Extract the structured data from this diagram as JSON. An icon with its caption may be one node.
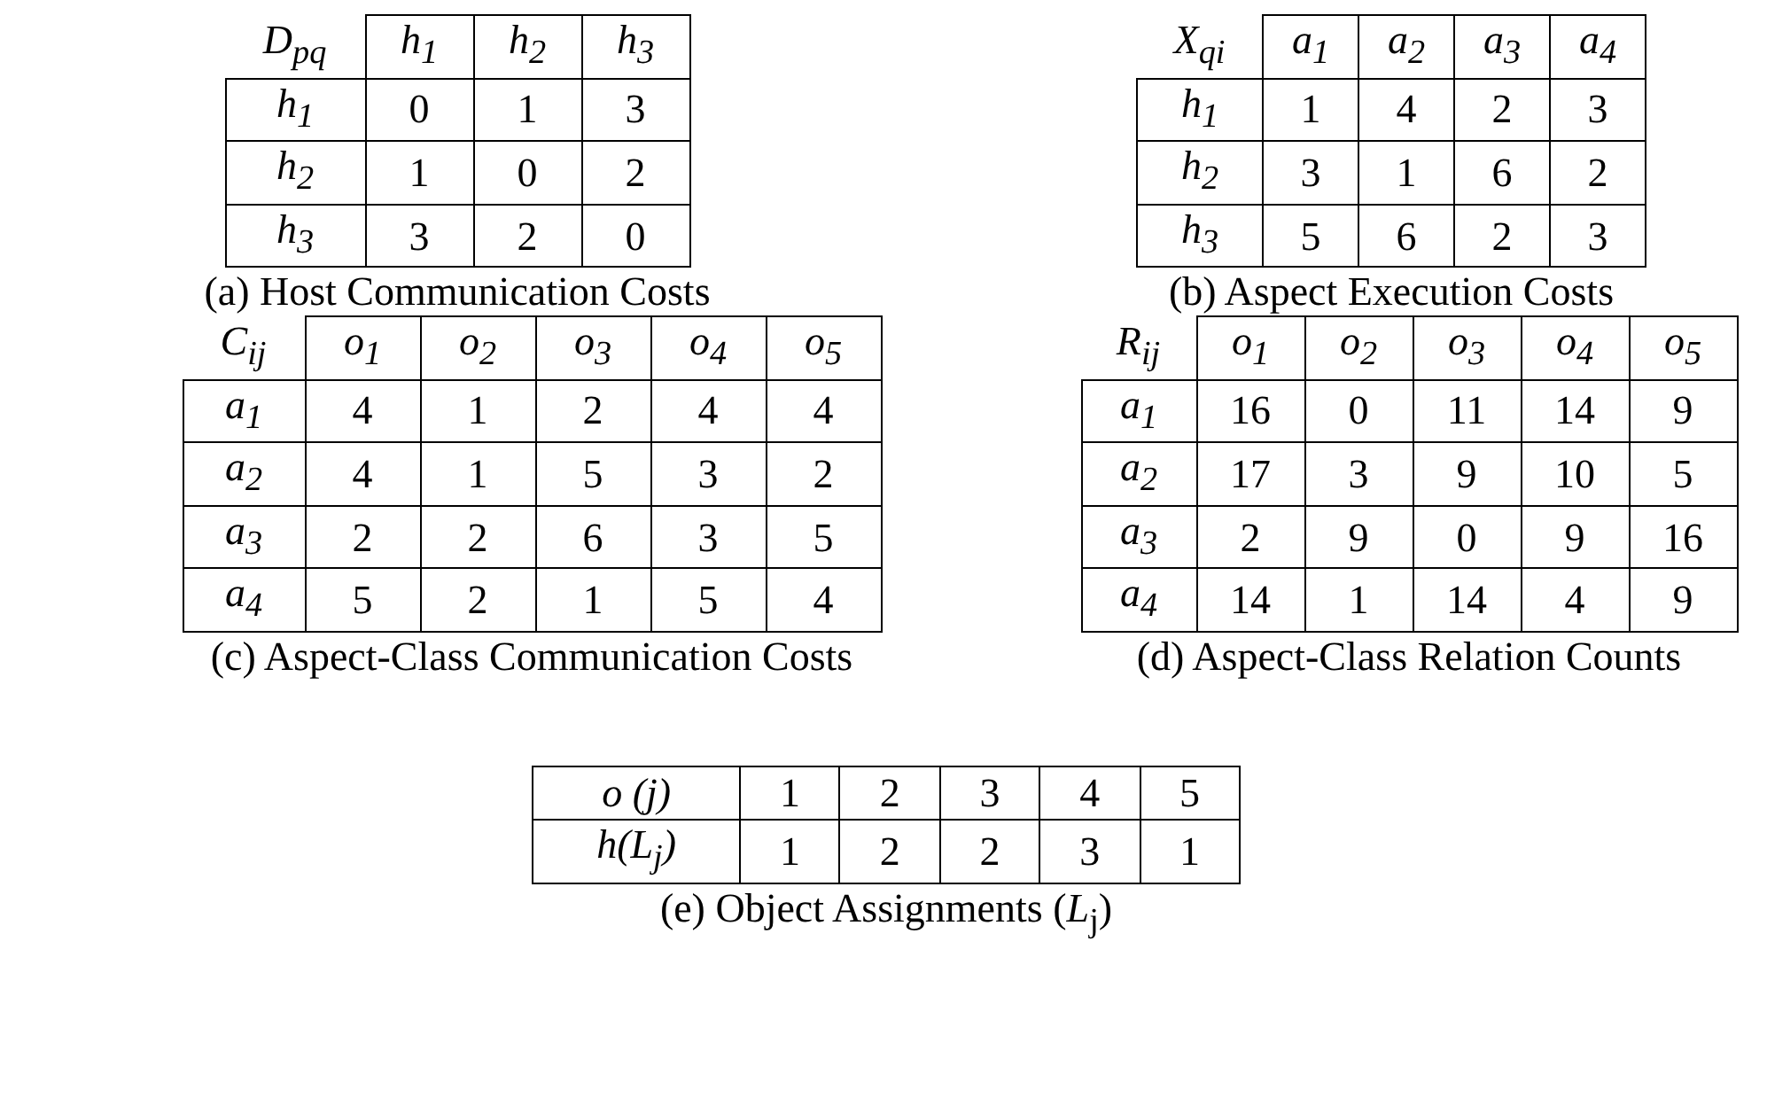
{
  "diagram": {
    "labels": [
      "D$_{pq}$",
      "h$_{1}$",
      "h$_{2}$",
      "h$_{3}$",
      "h$_{1}$",
      "0",
      "1",
      "3",
      "h$_{2}$",
      "1",
      "0",
      "2",
      "h$_{3}$",
      "3",
      "2",
      "0",
      "(a) Host Communication Costs",
      "X$_{qi}$",
      "a$_{1}$",
      "a$_{2}$",
      "a$_{3}$",
      "a$_{4}$",
      "h$_{1}$",
      "1",
      "4",
      "2",
      "3",
      "h$_{2}$",
      "3",
      "1",
      "6",
      "2",
      "h$_{3}$",
      "5",
      "6",
      "2",
      "3",
      "(b) Aspect Execution Costs",
      "C$_{ij}$",
      "o$_{1}$",
      "o$_{2}$",
      "o$_{3}$",
      "o$_{4}$",
      "o$_{5}$",
      "a$_{1}$",
      "4",
      "1",
      "2",
      "4",
      "4",
      "a$_{2}$",
      "4",
      "1",
      "5",
      "3",
      "2",
      "a$_{3}$",
      "2",
      "2",
      "6",
      "3",
      "5",
      "a$_{4}$",
      "5",
      "2",
      "1",
      "5",
      "4",
      "(c) Aspect-Class Communication Costs",
      "R$_{ij}$",
      "o$_{1}$",
      "o$_{2}$",
      "o$_{3}$",
      "o$_{4}$",
      "o$_{5}$",
      "a$_{1}$",
      "16",
      "0",
      "11",
      "14",
      "9",
      "a$_{2}$",
      "17",
      "3",
      "9",
      "10",
      "5",
      "a$_{3}$",
      "2",
      "9",
      "0",
      "9",
      "16",
      "a$_{4}$",
      "14",
      "1",
      "14",
      "4",
      "9",
      "(d) Aspect-Class Relation Counts",
      "o (j)",
      "1",
      "2",
      "3",
      "4",
      "5",
      "h(L$_{j}$)",
      "1",
      "2",
      "2",
      "3",
      "1",
      "(e) Object Assignments (*L*$_{j}$)"
    ]
  }
}
